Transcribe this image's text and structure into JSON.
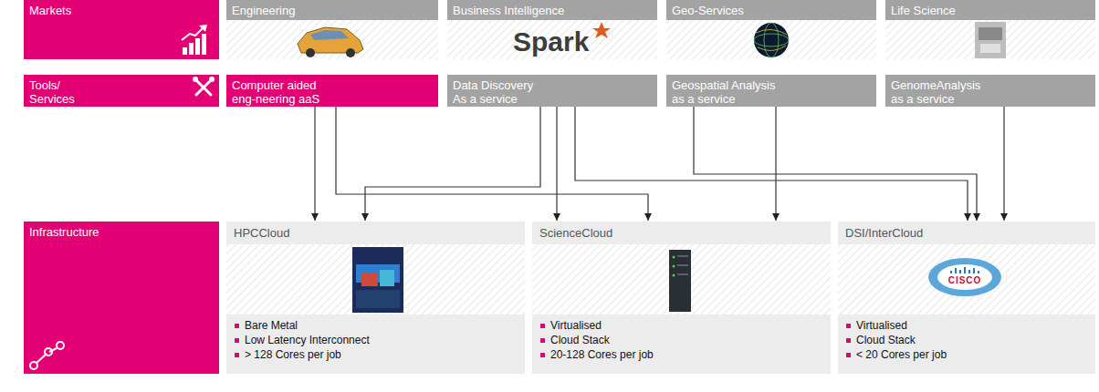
{
  "diagram": {
    "nodes": [
      {
        "text": [
          "Markets"
        ]
      },
      {
        "text": [
          "Engineering"
        ]
      },
      {
        "text": [
          "Business Intelligence"
        ]
      },
      {
        "text": [
          "Geo-Services"
        ]
      },
      {
        "text": [
          "Life Science"
        ]
      },
      {
        "text": [
          "Tools/ Services"
        ]
      },
      {
        "text": [
          "Computer aided eng-neering aaS"
        ]
      },
      {
        "text": [
          "Data Discovery As a service"
        ]
      },
      {
        "text": [
          "Geospatial Analysis as a service"
        ]
      },
      {
        "text": [
          "GenomeAnalysis as a service"
        ]
      },
      {
        "text": [
          "Infrastructure"
        ]
      },
      {
        "text": [
          "HPCCloud",
          "Bare Metal",
          "Low Latency Interconnect",
          "> 128 Cores per job"
        ]
      },
      {
        "text": [
          "ScienceCloud",
          "Virtualised",
          "Cloud Stack",
          "20-128 Cores per job"
        ]
      },
      {
        "text": [
          "DSI/InterCloud",
          "Virtualised",
          "Cloud Stack",
          "< 20 Cores per job"
        ]
      }
    ],
    "edges": [
      {
        "from": 6,
        "to": 11,
        "arrow": "to"
      },
      {
        "from": 6,
        "to": 12,
        "arrow": "to"
      },
      {
        "from": 7,
        "to": 11,
        "arrow": "to"
      },
      {
        "from": 7,
        "to": 12,
        "arrow": "to"
      },
      {
        "from": 7,
        "to": 13,
        "arrow": "to"
      },
      {
        "from": 8,
        "to": 12,
        "arrow": "to"
      },
      {
        "from": 8,
        "to": 13,
        "arrow": "to"
      },
      {
        "from": 9,
        "to": 13,
        "arrow": "to"
      }
    ],
    "labels": [
      "Spark",
      "CISCO"
    ]
  }
}
